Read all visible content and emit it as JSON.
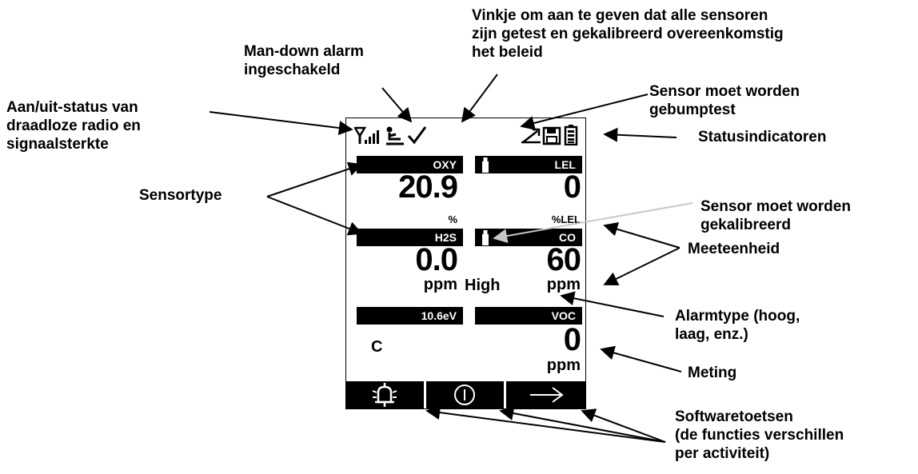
{
  "labels": {
    "radio": "Aan/uit-status van\ndraadloze radio en\nsignaalsterkte",
    "mandown": "Man-down alarm\ningeschakeld",
    "checkmark": "Vinkje om aan te geven dat alle sensoren\nzijn getest en gekalibreerd overeenkomstig\nhet beleid",
    "bump": "Sensor moet worden\ngebumptest",
    "status": "Statusindicatoren",
    "sensortype": "Sensortype",
    "calibrate": "Sensor moet worden\ngekalibreerd",
    "unit": "Meeteenheid",
    "alarmtype": "Alarmtype (hoog,\nlaag, enz.)",
    "reading": "Meting",
    "softkeys": "Softwaretoetsen\n(de functies verschillen\nper activiteit)"
  },
  "sensors": [
    {
      "name": "OXY",
      "value": "20.9",
      "unit": "%"
    },
    {
      "name": "LEL",
      "value": "0",
      "unit": "%LEL"
    },
    {
      "name": "H2S",
      "value": "0.0",
      "unit": "ppm"
    },
    {
      "name": "CO",
      "value": "60",
      "unit": "ppm",
      "alarm": "High"
    },
    {
      "name": "10.6eV",
      "value": "C"
    },
    {
      "name": "VOC",
      "value": "0",
      "unit": "ppm"
    }
  ],
  "icons": [
    "antenna-signal-icon",
    "man-down-icon",
    "checkmark-icon",
    "bump-test-icon",
    "datalog-icon",
    "battery-icon",
    "calibration-bottle-icon",
    "alarm-bell-icon",
    "power-icon",
    "arrow-right-icon"
  ]
}
